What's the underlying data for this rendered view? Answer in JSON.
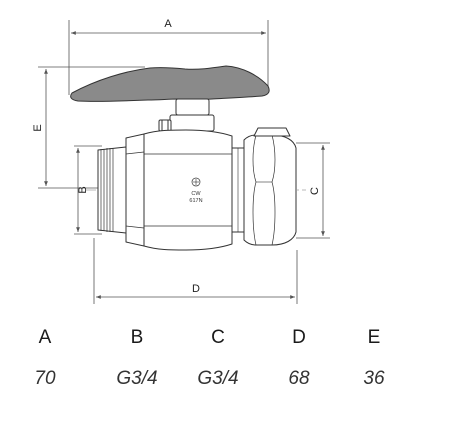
{
  "diagram": {
    "labels": {
      "A": "A",
      "B": "B",
      "C": "C",
      "D": "D",
      "E": "E"
    },
    "body_marking": {
      "line1": "CW",
      "line2": "617N"
    },
    "colors": {
      "line": "#333333",
      "handle_fill": "#8a8a8a",
      "dimension_line": "#555555"
    }
  },
  "dimensions_table": {
    "headers": [
      "A",
      "B",
      "C",
      "D",
      "E"
    ],
    "values": [
      "70",
      "G3/4",
      "G3/4",
      "68",
      "36"
    ]
  }
}
